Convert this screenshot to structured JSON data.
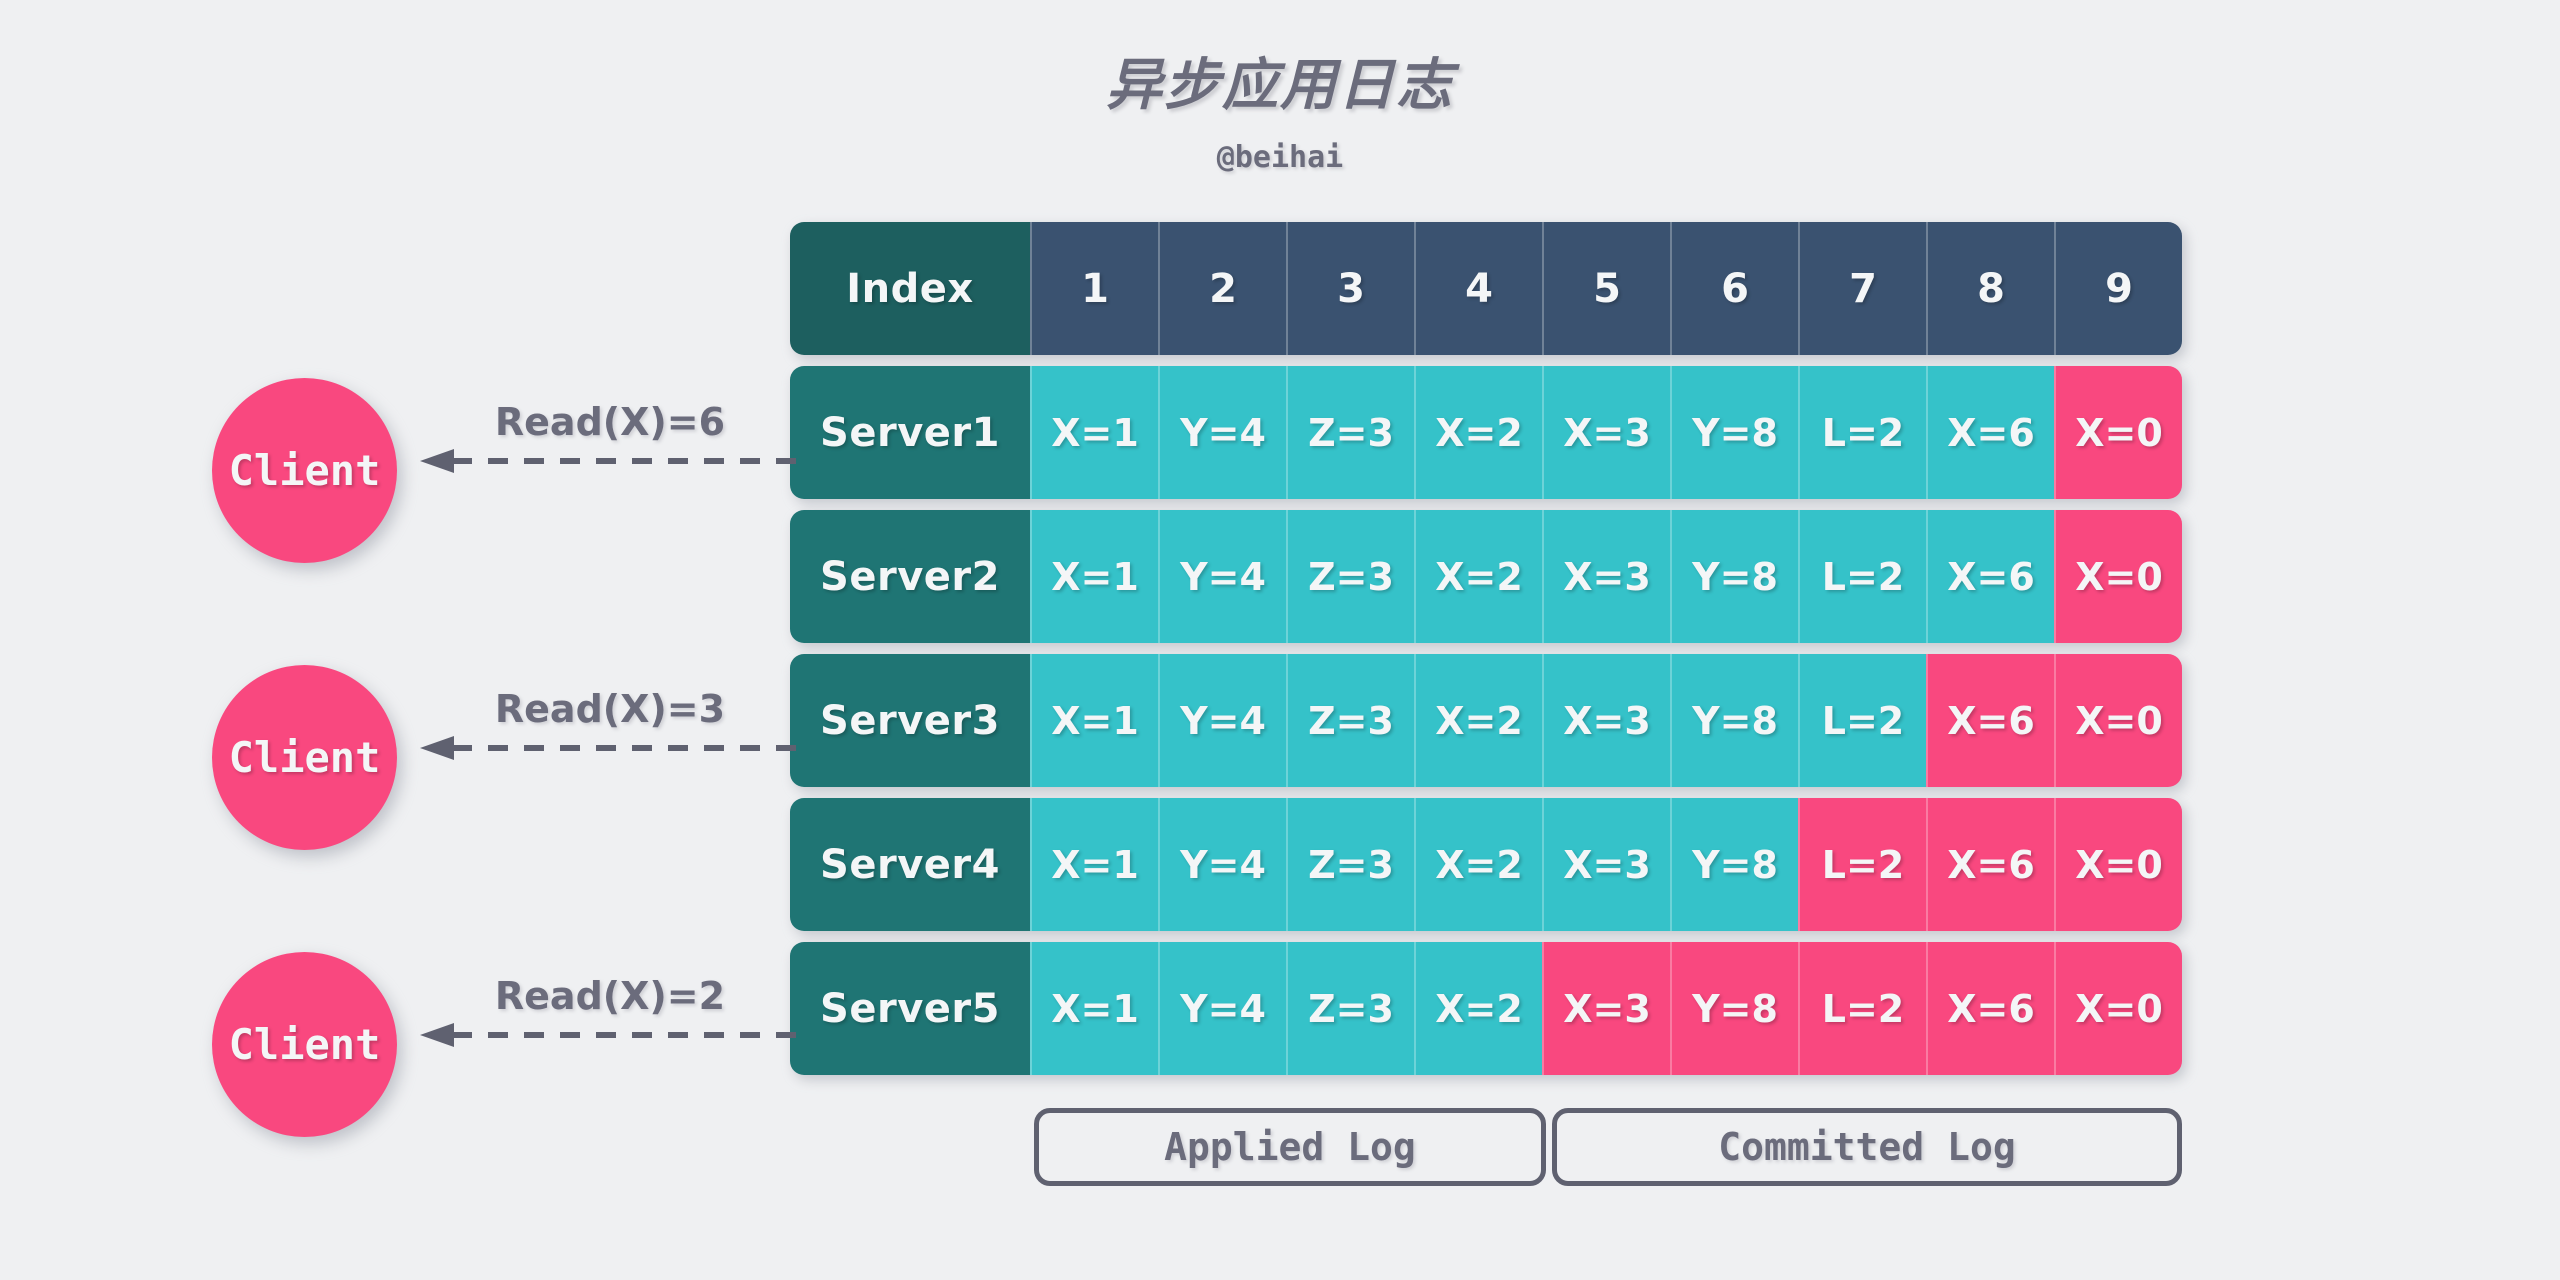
{
  "header": {
    "title": "异步应用日志",
    "subtitle": "@beihai"
  },
  "colors": {
    "background": "#eff0f2",
    "header_label_teal": "#1d5f5f",
    "header_index_navy": "#3a5270",
    "server_label_teal": "#1f7574",
    "applied_cyan": "#35c2c9",
    "committed_pink": "#f9487f",
    "text_gray": "#6b6c7c",
    "arrow_gray": "#5f6170"
  },
  "table": {
    "index_header_label": "Index",
    "index_columns": [
      "1",
      "2",
      "3",
      "4",
      "5",
      "6",
      "7",
      "8",
      "9"
    ],
    "rows": [
      {
        "label": "Server1",
        "cells": [
          {
            "text": "X=1",
            "state": "applied"
          },
          {
            "text": "Y=4",
            "state": "applied"
          },
          {
            "text": "Z=3",
            "state": "applied"
          },
          {
            "text": "X=2",
            "state": "applied"
          },
          {
            "text": "X=3",
            "state": "applied"
          },
          {
            "text": "Y=8",
            "state": "applied"
          },
          {
            "text": "L=2",
            "state": "applied"
          },
          {
            "text": "X=6",
            "state": "applied"
          },
          {
            "text": "X=0",
            "state": "committed"
          }
        ]
      },
      {
        "label": "Server2",
        "cells": [
          {
            "text": "X=1",
            "state": "applied"
          },
          {
            "text": "Y=4",
            "state": "applied"
          },
          {
            "text": "Z=3",
            "state": "applied"
          },
          {
            "text": "X=2",
            "state": "applied"
          },
          {
            "text": "X=3",
            "state": "applied"
          },
          {
            "text": "Y=8",
            "state": "applied"
          },
          {
            "text": "L=2",
            "state": "applied"
          },
          {
            "text": "X=6",
            "state": "applied"
          },
          {
            "text": "X=0",
            "state": "committed"
          }
        ]
      },
      {
        "label": "Server3",
        "cells": [
          {
            "text": "X=1",
            "state": "applied"
          },
          {
            "text": "Y=4",
            "state": "applied"
          },
          {
            "text": "Z=3",
            "state": "applied"
          },
          {
            "text": "X=2",
            "state": "applied"
          },
          {
            "text": "X=3",
            "state": "applied"
          },
          {
            "text": "Y=8",
            "state": "applied"
          },
          {
            "text": "L=2",
            "state": "applied"
          },
          {
            "text": "X=6",
            "state": "committed"
          },
          {
            "text": "X=0",
            "state": "committed"
          }
        ]
      },
      {
        "label": "Server4",
        "cells": [
          {
            "text": "X=1",
            "state": "applied"
          },
          {
            "text": "Y=4",
            "state": "applied"
          },
          {
            "text": "Z=3",
            "state": "applied"
          },
          {
            "text": "X=2",
            "state": "applied"
          },
          {
            "text": "X=3",
            "state": "applied"
          },
          {
            "text": "Y=8",
            "state": "applied"
          },
          {
            "text": "L=2",
            "state": "committed"
          },
          {
            "text": "X=6",
            "state": "committed"
          },
          {
            "text": "X=0",
            "state": "committed"
          }
        ]
      },
      {
        "label": "Server5",
        "cells": [
          {
            "text": "X=1",
            "state": "applied"
          },
          {
            "text": "Y=4",
            "state": "applied"
          },
          {
            "text": "Z=3",
            "state": "applied"
          },
          {
            "text": "X=2",
            "state": "applied"
          },
          {
            "text": "X=3",
            "state": "committed"
          },
          {
            "text": "Y=8",
            "state": "committed"
          },
          {
            "text": "L=2",
            "state": "committed"
          },
          {
            "text": "X=6",
            "state": "committed"
          },
          {
            "text": "X=0",
            "state": "committed"
          }
        ]
      }
    ]
  },
  "clients": [
    {
      "label": "Client",
      "read_label": "Read(X)=6",
      "target_row": "Server1"
    },
    {
      "label": "Client",
      "read_label": "Read(X)=3",
      "target_row": "Server3"
    },
    {
      "label": "Client",
      "read_label": "Read(X)=2",
      "target_row": "Server5"
    }
  ],
  "legend": {
    "applied": "Applied Log",
    "committed": "Committed Log"
  }
}
